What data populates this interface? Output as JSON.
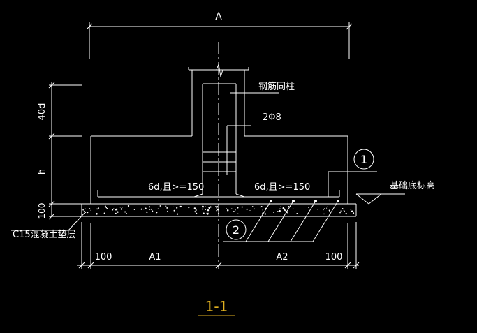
{
  "colors": {
    "background": "#000000",
    "line": "#ffffff",
    "title": "#e0b020",
    "centerline": "#ffffff"
  },
  "dims": {
    "top_total": "A",
    "left_40d": "40d",
    "left_h": "h",
    "left_100": "100",
    "bottom_100_left": "100",
    "bottom_A1": "A1",
    "bottom_A2": "A2",
    "bottom_100_right": "100"
  },
  "labels": {
    "rebar_column": "钢筋同柱",
    "stirrup": "2Φ8",
    "anchor_left": "6d,且>=150",
    "anchor_right": "6d,且>=150",
    "foundation_base": "基础底标高",
    "cushion": "C15混凝土垫层",
    "marker1": "1",
    "marker2": "2"
  },
  "title": "1-1"
}
